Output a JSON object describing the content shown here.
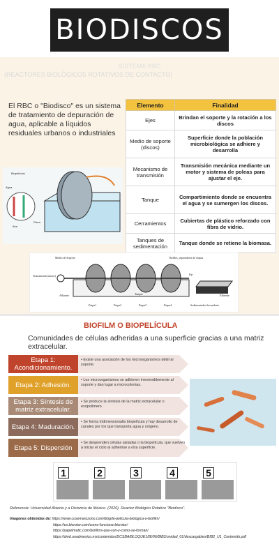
{
  "header": {
    "title": "BIODISCOS"
  },
  "top": {
    "subtitle_line1": "SISTEMA RBC",
    "subtitle_line2": "(REACTORES BIOLÓGICOS ROTATIVOS DE CONTACTO)",
    "intro": "El RBC o \"Biodisco\" es un sistema de tratamiento de depuración de agua, aplicable a líquidos residuales urbanos o industriales"
  },
  "table": {
    "headers": [
      "Elemento",
      "Finalidad"
    ],
    "rows": [
      [
        "Ejes",
        "Brindan el soporte y la rotación a los discos"
      ],
      [
        "Medio de soporte (discos)",
        "Superficie donde la población microbiológica se adhiere y desarrolla"
      ],
      [
        "Mecanismo de transmisión",
        "Transmisión mecánica mediante un motor y sistema de poleas para ajustar el eje."
      ],
      [
        "Tanque",
        "Compartimiento donde se encuentra el agua y se sumergen los discos."
      ],
      [
        "Cerramientos",
        "Cubiertas de plástico reforzado con fibra de vidrio."
      ],
      [
        "Tanques de sedimentación",
        "Tanque donde se retiene la biomasa."
      ]
    ]
  },
  "rbc_diagram": {
    "labels": [
      "Biopelícula",
      "Agua",
      "Disco",
      "Aire"
    ]
  },
  "process_diagram": {
    "labels": [
      "Medio de Soporte",
      "Baffles, separadores de etapas",
      "Transmisión (motor)",
      "Eje",
      "Tanque",
      "Afluente",
      "Etapa1",
      "Etapa2",
      "Etapa3",
      "Etapa4",
      "Sedimentador Secundario",
      "Efluente"
    ]
  },
  "biofilm": {
    "title": "BIOFILM O BIOPELÍCULA",
    "description": "Comunidades de células adheridas a una superficie gracias a una matriz extracelular.",
    "stages": [
      {
        "label": "Etapa 1: Acondicionamiento.",
        "color": "#c0442b",
        "desc": "• Existe una asociación de los microorganismos débil al soporte."
      },
      {
        "label": "Etapa 2: Adhesión.",
        "color": "#e0a12a",
        "desc": "• Los microorganismos se adhieren irreversiblemente al soporte y dan lugar a microcolonias."
      },
      {
        "label": "Etapa 3: Síntesis de matriz extracelular.",
        "color": "#a88a76",
        "desc": "• Se produce la síntesis de la matriz extracelular o exopolímero."
      },
      {
        "label": "Etapa 4: Maduración.",
        "color": "#8c6a5c",
        "desc": "• Se forma tridimensionalla biopelícula y hay desarrollo de canales por los que transporta agua y oxígeno."
      },
      {
        "label": "Etapa 5: Dispersión",
        "color": "#9b6a48",
        "desc": "• Se desprenden células aisladas o la biopelícula, que vuelven a iniciar el ciclo al adherirse a otra superficie."
      }
    ],
    "strip_numbers": [
      "1",
      "2",
      "3",
      "4",
      "5"
    ]
  },
  "footer": {
    "reference": "Referencia: Universidad Abierta y a Distancia de México. (2020). Reactor Biológico Rotativo \"Biodisco\".",
    "credits_label": "Imagenes obtenidas de:",
    "credits": [
      "https://www.cosemarozono.com/blog/la-pelicula-biologica-o-biofilm/",
      "https://es.biorotor.com/como-funciona-biorotor/",
      "https://papelmatic.com/biofilms-que-son-y-como-se-forman/",
      "https://dmd.unadmexico.mx/contenidos/DCSBA/BLOQUE1/BI/06/BIB2/unidad_01/descargables/BIB2_U1_Contenido.pdf"
    ]
  }
}
